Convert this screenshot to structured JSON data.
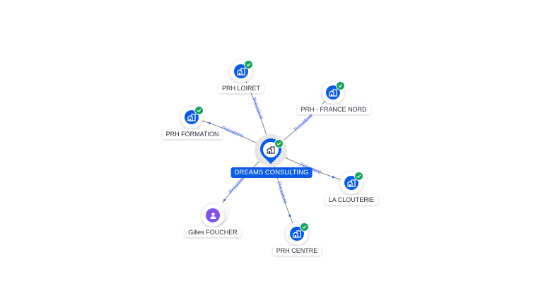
{
  "center": {
    "label": "DREAMS CONSULTING",
    "icon": "building-icon",
    "verified": true,
    "color": "#0b5ce3"
  },
  "relations": [
    {
      "label": "PRH LOIRET",
      "type": "company",
      "edge": "Président",
      "verified": true
    },
    {
      "label": "PRH - FRANCE NORD",
      "type": "company",
      "edge": "Président",
      "verified": true
    },
    {
      "label": "PRH FORMATION",
      "type": "company",
      "edge": "Président",
      "verified": true
    },
    {
      "label": "LA CLOUTERIE",
      "type": "company",
      "edge": "Président",
      "verified": true
    },
    {
      "label": "PRH CENTRE",
      "type": "company",
      "edge": "Président",
      "verified": true
    },
    {
      "label": "Gilles FOUCHER",
      "type": "person",
      "edge": "Président",
      "verified": false
    }
  ],
  "colors": {
    "company": "#0b5ce3",
    "person": "#8252e8",
    "verified": "#16a35b",
    "edge_label": "#4a6cf0"
  }
}
